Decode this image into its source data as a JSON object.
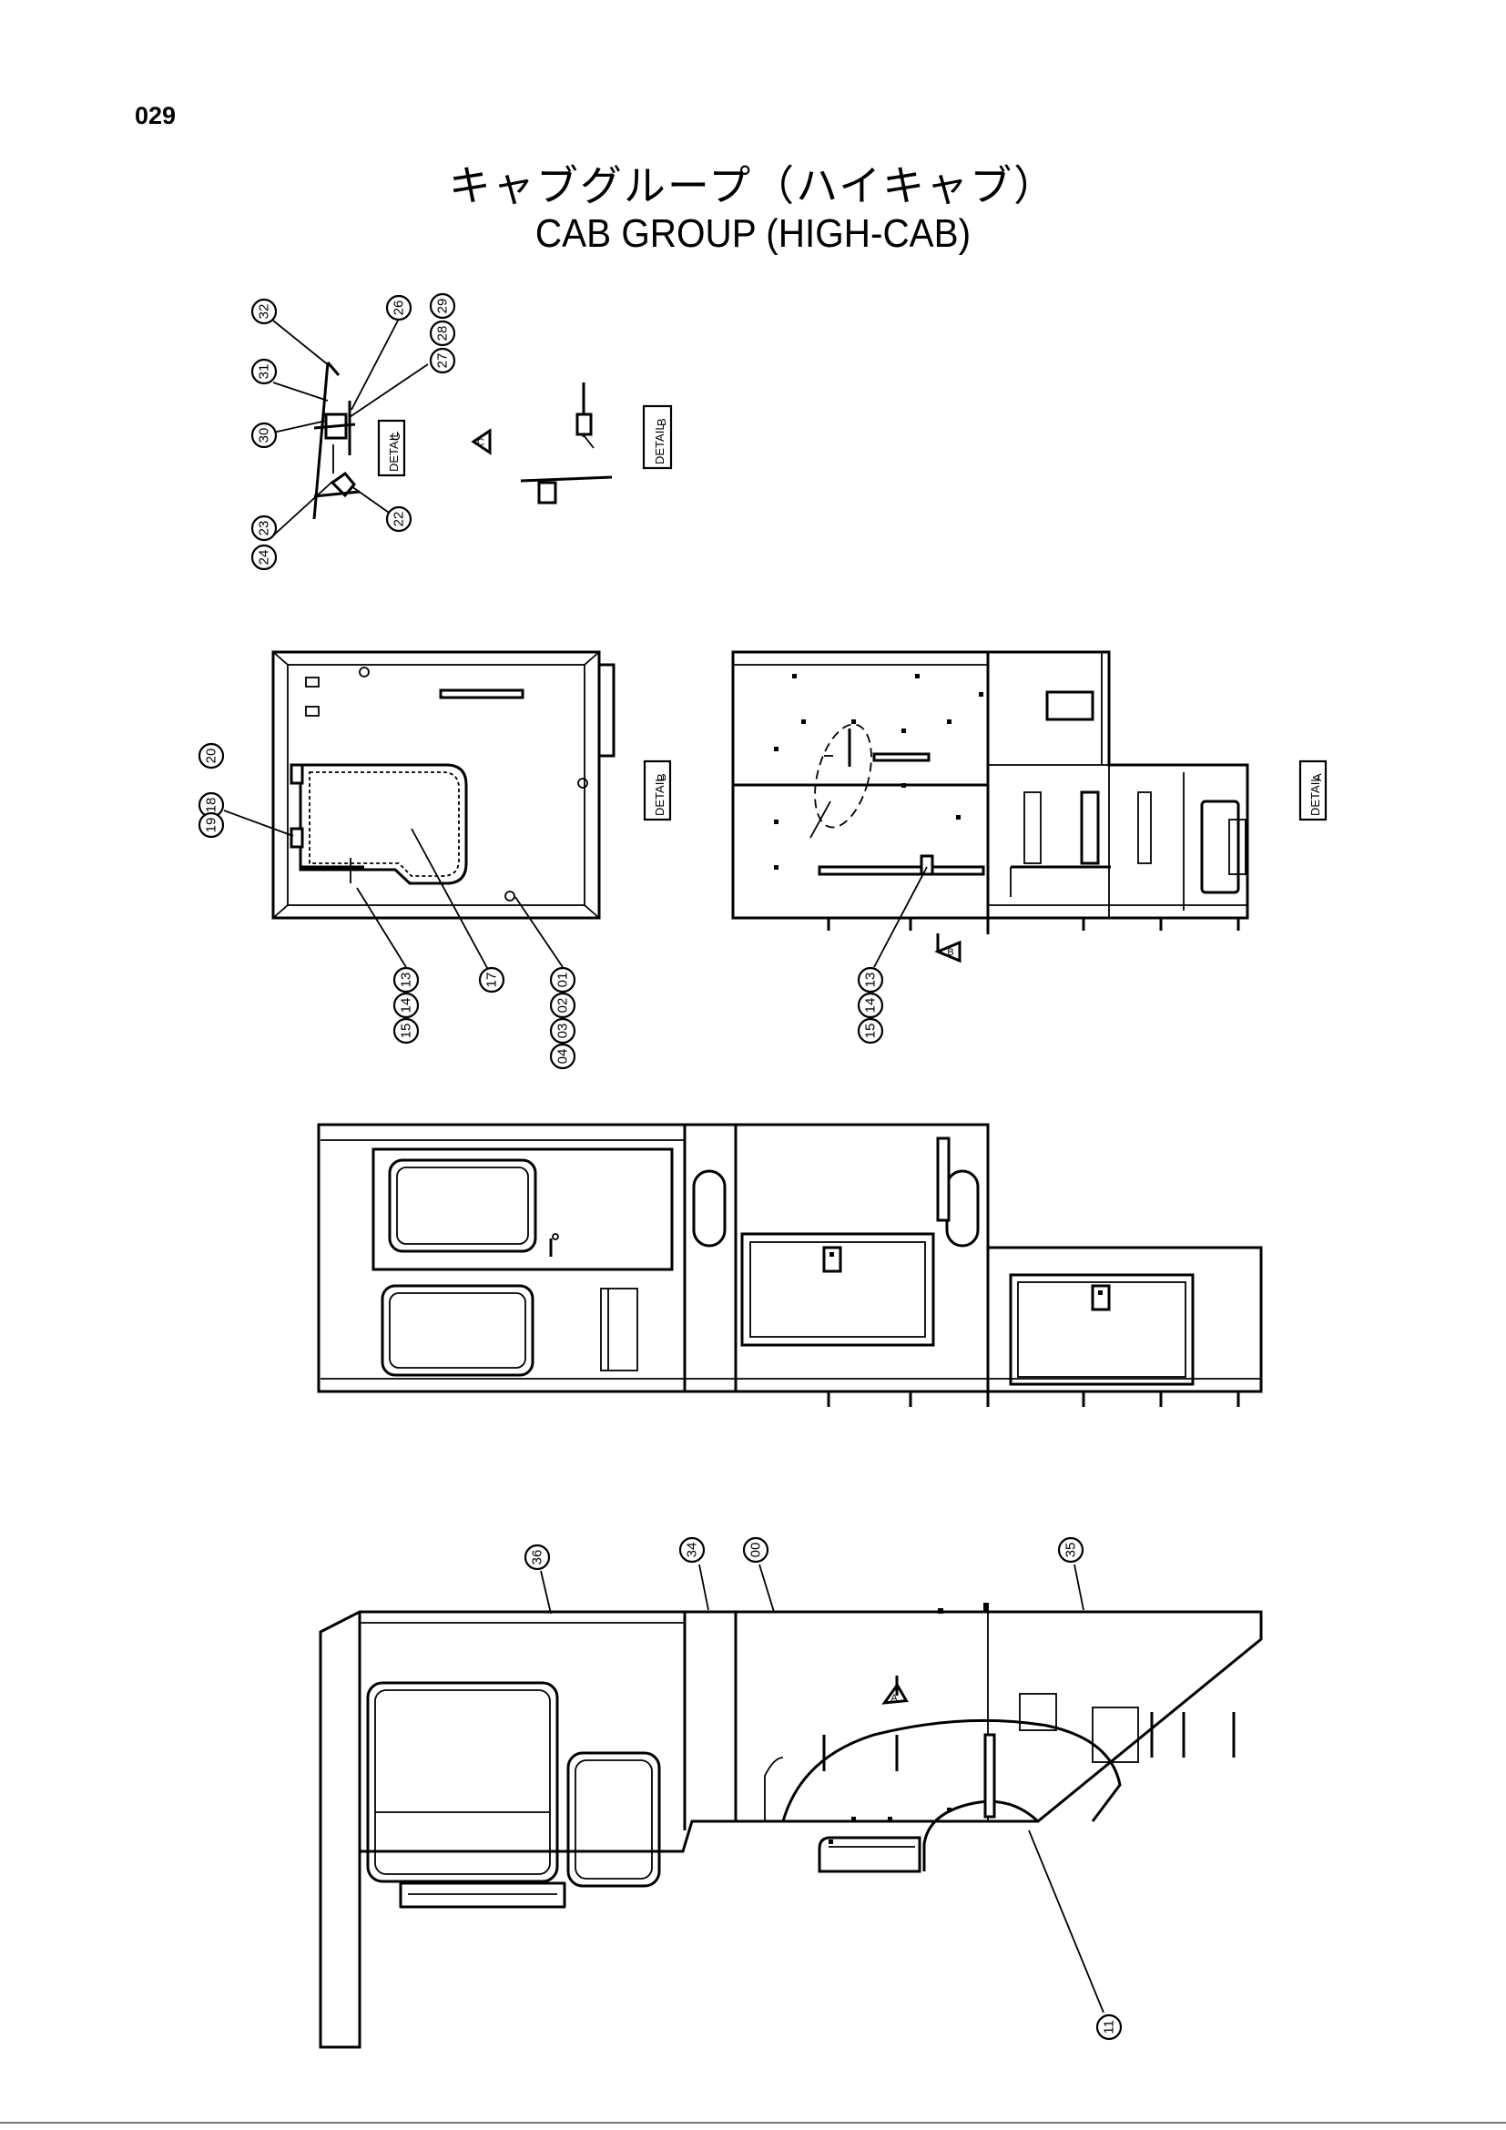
{
  "page": {
    "number": "029",
    "title_jp": "キャブグループ（ハイキャブ）",
    "title_en": "CAB GROUP (HIGH-CAB)"
  },
  "details": [
    {
      "id": "C",
      "label": "DETAIL",
      "letter": "C"
    },
    {
      "id": "B-top",
      "label": "DETAIL",
      "letter": "B"
    },
    {
      "id": "B",
      "label": "DETAIL",
      "letter": "B"
    },
    {
      "id": "A",
      "label": "DETAIL",
      "letter": "A"
    }
  ],
  "view_arrows": [
    "C",
    "B",
    "A"
  ],
  "callouts": {
    "detail_c": [
      "32",
      "31",
      "30",
      "26",
      "29",
      "28",
      "27",
      "23",
      "24",
      "22"
    ],
    "plan_left": [
      "18",
      "19",
      "20",
      "13",
      "14",
      "15",
      "17",
      "01",
      "02",
      "03",
      "04"
    ],
    "plan_right": [
      "13",
      "14",
      "15"
    ],
    "perspective": [
      "36",
      "34",
      "00",
      "35",
      "11"
    ]
  }
}
